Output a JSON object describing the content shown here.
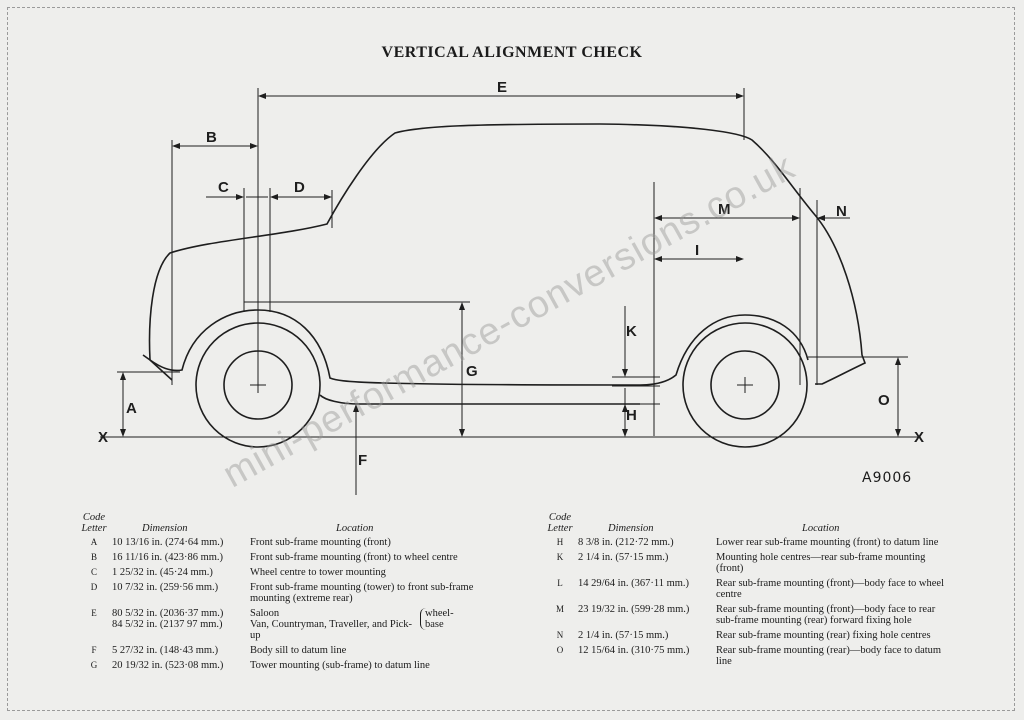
{
  "title": "VERTICAL ALIGNMENT CHECK",
  "figure_ref": "A9006",
  "watermark": "mini-performance-conversions.co.uk",
  "labels": {
    "A": "A",
    "B": "B",
    "C": "C",
    "D": "D",
    "E": "E",
    "F": "F",
    "G": "G",
    "H": "H",
    "I": "I",
    "K": "K",
    "M": "M",
    "N": "N",
    "O": "O",
    "X_left": "X",
    "X_right": "X"
  },
  "table_headers": {
    "code": "Code\nLetter",
    "dimension": "Dimension",
    "location": "Location"
  },
  "left_rows": [
    {
      "code": "A",
      "dim": "10 13/16 in. (274·64 mm.)",
      "loc": "Front sub-frame mounting (front)"
    },
    {
      "code": "B",
      "dim": "16 11/16 in. (423·86 mm.)",
      "loc": "Front sub-frame mounting (front) to wheel centre"
    },
    {
      "code": "C",
      "dim": "1 25/32 in. (45·24 mm.)",
      "loc": "Wheel centre to tower mounting"
    },
    {
      "code": "D",
      "dim": "10 7/32 in. (259·56 mm.)",
      "loc": "Front sub-frame mounting (tower) to front sub-frame mounting (extreme rear)"
    },
    {
      "code": "E",
      "dim": "80 5/32 in. (2036·37 mm.)\n84 5/32 in. (2137 97 mm.)",
      "loc": "Saloon\nVan, Countryman, Traveller, and Pick-up",
      "loc_note": "wheel-base"
    },
    {
      "code": "F",
      "dim": "5 27/32 in. (148·43 mm.)",
      "loc": "Body sill to datum line"
    },
    {
      "code": "G",
      "dim": "20 19/32 in. (523·08 mm.)",
      "loc": "Tower mounting (sub-frame) to datum line"
    }
  ],
  "right_rows": [
    {
      "code": "H",
      "dim": "8 3/8 in. (212·72 mm.)",
      "loc": "Lower rear sub-frame mounting (front) to datum line"
    },
    {
      "code": "K",
      "dim": "2 1/4 in. (57·15 mm.)",
      "loc": "Mounting hole centres—rear sub-frame mounting (front)"
    },
    {
      "code": "L",
      "dim": "14 29/64 in. (367·11 mm.)",
      "loc": "Rear sub-frame mounting (front)—body face to wheel centre"
    },
    {
      "code": "M",
      "dim": "23 19/32 in. (599·28 mm.)",
      "loc": "Rear sub-frame mounting (front)—body face to rear sub-frame mounting (rear) forward fixing hole"
    },
    {
      "code": "N",
      "dim": "2 1/4 in. (57·15 mm.)",
      "loc": "Rear sub-frame mounting (rear) fixing hole centres"
    },
    {
      "code": "O",
      "dim": "12 15/64 in. (310·75 mm.)",
      "loc": "Rear sub-frame mounting (rear)—body face to datum line"
    }
  ]
}
